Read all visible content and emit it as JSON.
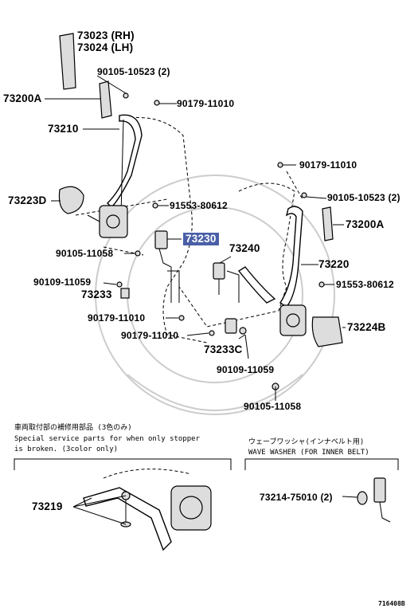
{
  "labels": {
    "p73023": "73023 (RH)",
    "p73024": "73024 (LH)",
    "p90105_top": "90105-10523 (2)",
    "p73200a_left": "73200A",
    "p90179_top": "90179-11010",
    "p73210": "73210",
    "p73223d": "73223D",
    "p91553_left": "91553-80612",
    "p73230": "73230",
    "p90105_mid": "90105-11058",
    "p90109_left": "90109-11059",
    "p73233": "73233",
    "p90179_a": "90179-11010",
    "p90179_b": "90179-11010",
    "p90179_right": "90179-11010",
    "p90105_right": "90105-10523 (2)",
    "p73200a_right": "73200A",
    "p73240": "73240",
    "p73220": "73220",
    "p91553_right": "91553-80612",
    "p73224b": "73224B",
    "p73233c": "73233C",
    "p90109_right": "90109-11059",
    "p90105_bottom": "90105-11058",
    "p73219": "73219",
    "p73214": "73214-75010 (2)"
  },
  "notes": {
    "left_jp": "車両取付部の補修用部品 (3色のみ)",
    "left_en1": "Special service parts for when only stopper",
    "left_en2": " is broken. (3color only)",
    "right_jp": "ウェーブワッシャ(インナベルト用)",
    "right_en": "WAVE WASHER (FOR INNER BELT)"
  },
  "figure_id": "716408B",
  "colors": {
    "highlight": "#4a5fa8"
  }
}
